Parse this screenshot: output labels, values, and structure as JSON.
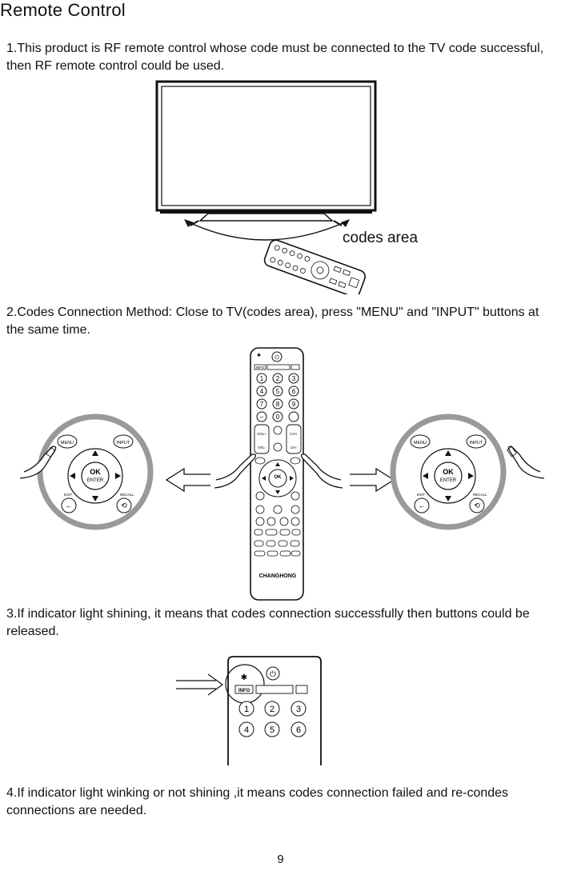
{
  "title": "Remote Control",
  "steps": {
    "step1": "1.This product is RF  remote control whose code must be connected to the TV code successful, then RF  remote control could be used.",
    "step2": "2.Codes Connection Method: Close to TV(codes area), press \"MENU\" and \"INPUT\" buttons at the same time.",
    "step3": "3.If indicator light shining,  it means that codes connection successfully then buttons could be released.",
    "step4": "4.If indicator light winking or not shining ,it means codes connection failed and re-condes connections are needed."
  },
  "figure1": {
    "codes_label": "codes area"
  },
  "remote": {
    "brand": "CHANGHONG",
    "info": "INFO",
    "digits": [
      "1",
      "2",
      "3",
      "4",
      "5",
      "6",
      "7",
      "8",
      "9"
    ],
    "zero": "0",
    "vol_up": "VOL+",
    "vol_down": "VOL-",
    "ch_up": "CH+",
    "ch_down": "CH-",
    "menu": "MENU",
    "input": "INPUT",
    "ok": "OK",
    "enter": "ENTER",
    "exit": "EXIT",
    "recall": "RECALL"
  },
  "page_number": "9"
}
